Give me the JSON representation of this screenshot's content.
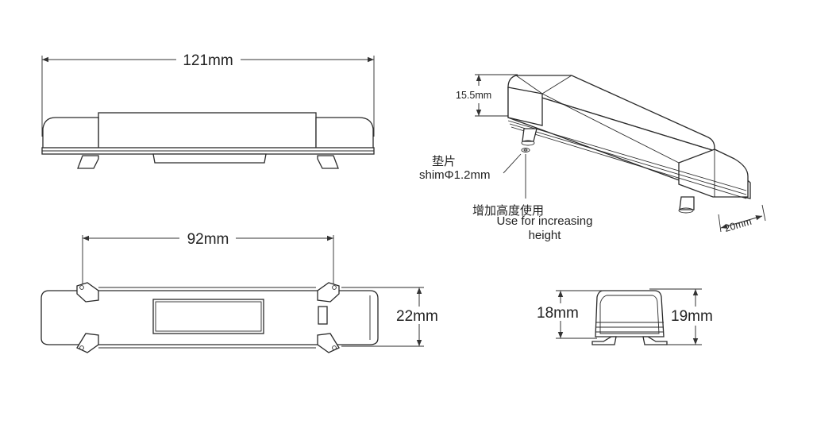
{
  "dimensions": {
    "overall_length": "121mm",
    "mount_spacing": "92mm",
    "width": "22mm",
    "height_iso": "15.5mm",
    "depth_iso": "20mm",
    "body_height_end": "18mm",
    "total_height_end": "19mm"
  },
  "annotations": {
    "shim_cn": "垫片",
    "shim_en": "shimΦ1.2mm",
    "usage_cn": "增加高度使用",
    "usage_en_line1": "Use for increasing",
    "usage_en_line2": "height"
  }
}
